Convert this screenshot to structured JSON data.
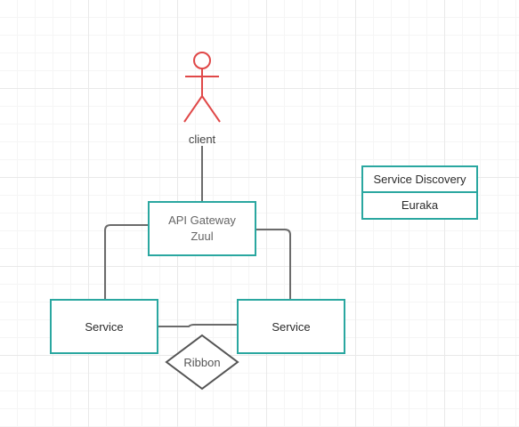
{
  "actor": {
    "label": "client"
  },
  "gateway": {
    "line1": "API Gateway",
    "line2": "Zuul"
  },
  "services": [
    {
      "label": "Service"
    },
    {
      "label": "Service"
    }
  ],
  "decision": {
    "label": "Ribbon"
  },
  "registry": {
    "title": "Service Discovery",
    "name": "Euraka"
  },
  "colors": {
    "box_border": "#2aa7a0",
    "actor": "#e04848",
    "connector": "#6b6b6b"
  }
}
